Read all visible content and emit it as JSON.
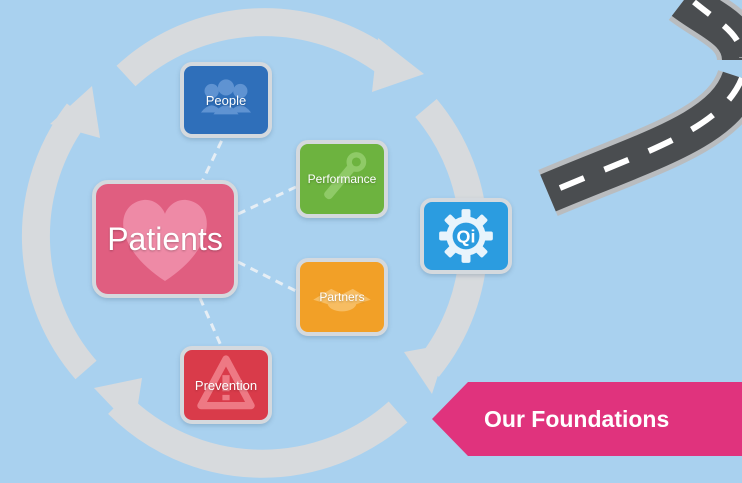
{
  "colors": {
    "background": "#a9d1ef",
    "cycle_arrows": "#d7dadd",
    "connector": "#e6eef5",
    "people": "#2f6fba",
    "performance": "#6db33f",
    "partners": "#f2a027",
    "prevention": "#d93b4a",
    "patients": "#e05e80",
    "qi": "#2b9ce0",
    "banner": "#e0337d",
    "road": "#4a4d50",
    "road_edge": "#b9bcbf",
    "road_marking": "#ffffff"
  },
  "icons": {
    "people": "people-group-icon",
    "performance": "wrench-icon",
    "partners": "handshake-icon",
    "prevention": "warning-triangle-icon",
    "patients": "heart-icon",
    "qi": "gear-icon"
  },
  "tiles": {
    "people": "People",
    "performance": "Performance",
    "partners": "Partners",
    "prevention": "Prevention",
    "patients": "Patients",
    "qi": "Qi"
  },
  "banner": {
    "label": "Our Foundations"
  }
}
